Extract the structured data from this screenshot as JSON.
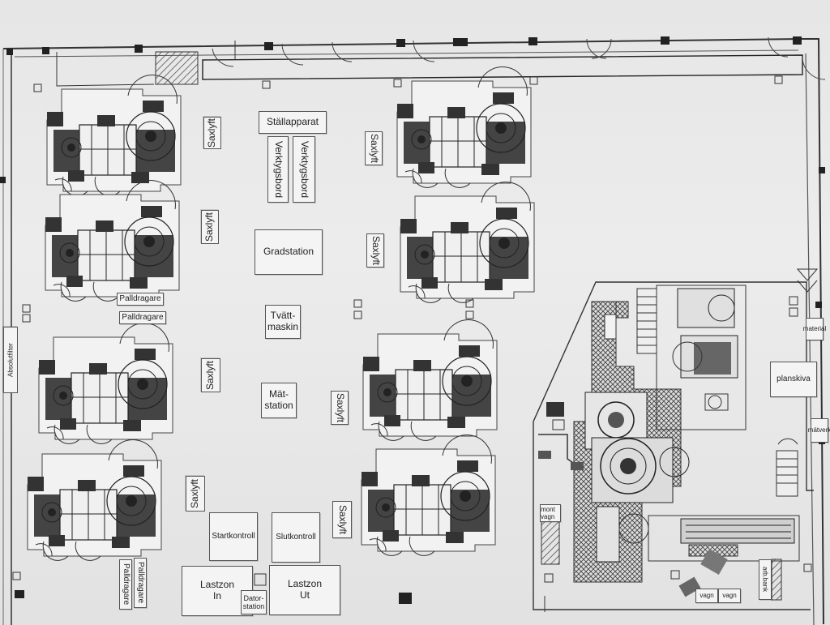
{
  "labels": {
    "saxlyft": "Saxlyft",
    "stallapparat": "Ställapparat",
    "verktygsbord": "Verktygsbord",
    "gradstation": "Gradstation",
    "tvattmaskin": "Tvätt-\nmaskin",
    "matstation": "Mät-\nstation",
    "palldragare": "Palldragare",
    "startkontroll": "Startkontroll",
    "slutkontroll": "Slutkontroll",
    "lastzon_in": "Lastzon\nIn",
    "lastzon_ut": "Lastzon\nUt",
    "datorstation": "Dator-\nstation",
    "planskiva": "planskiva",
    "mont_vagn": "mont\nvagn",
    "arb_bank": "arb.bank",
    "vagn": "vagn",
    "absolut_filter": "Absolutfilter",
    "material": "material",
    "matverk": "mätverk"
  }
}
